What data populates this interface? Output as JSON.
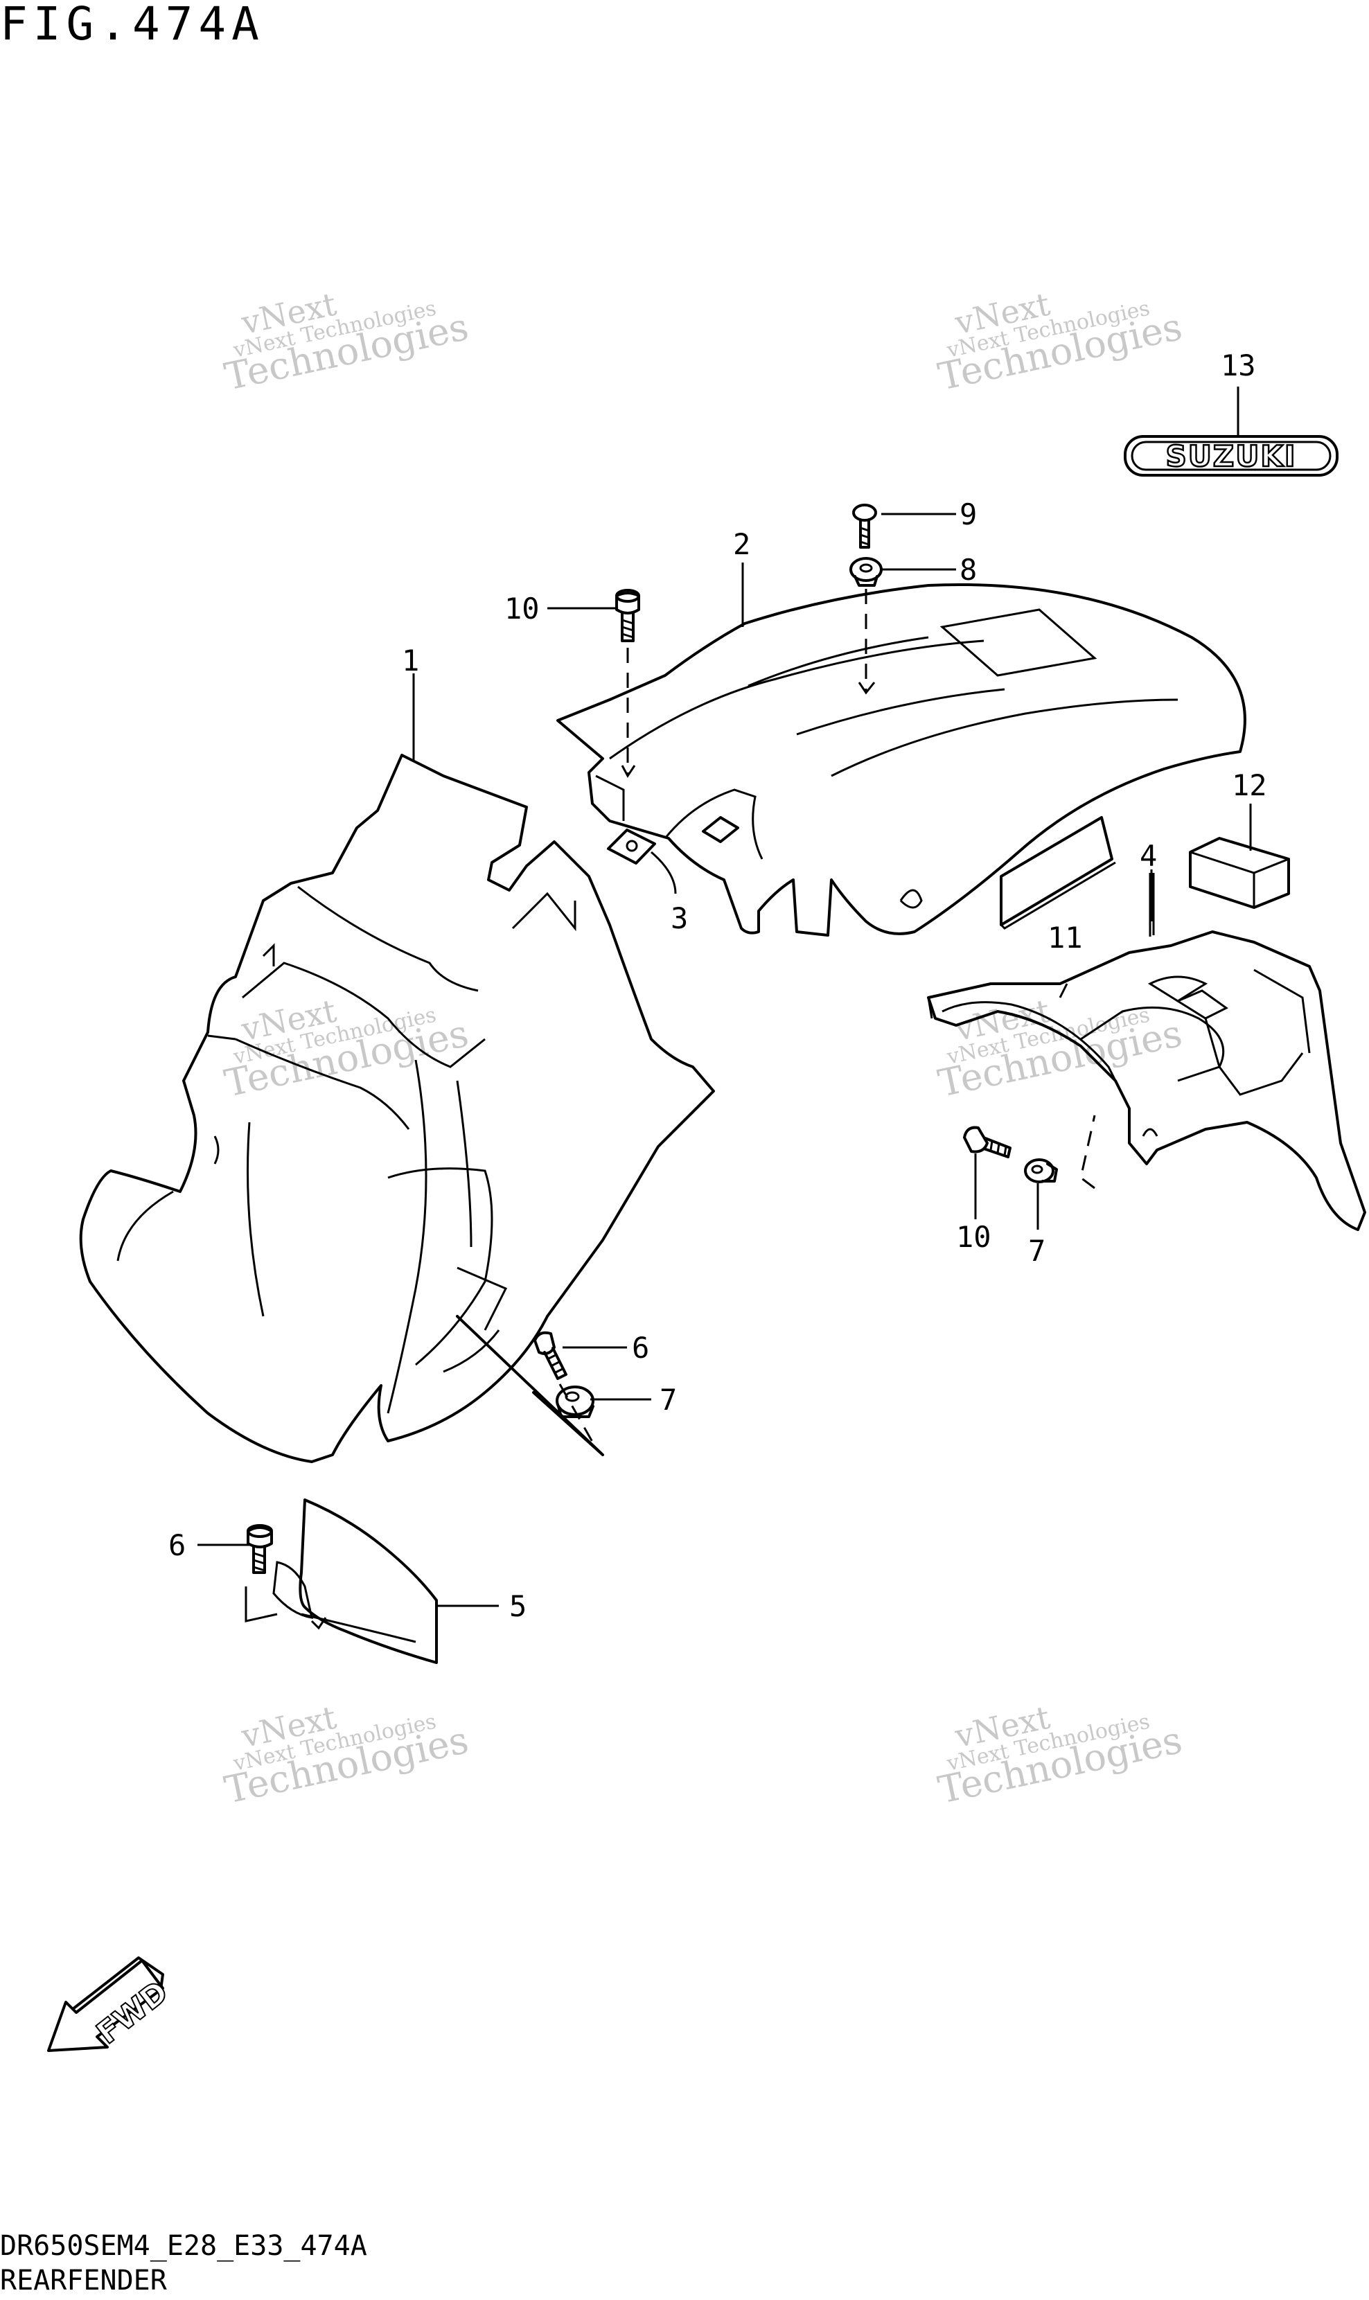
{
  "figure": {
    "title": "FIG.474A"
  },
  "footer": {
    "model_code": "DR650SEM4_E28_E33_474A",
    "section_name": "REARFENDER"
  },
  "badge": {
    "text": "SUZUKI"
  },
  "fwd": {
    "text": "FWD"
  },
  "watermark": {
    "line1": "vNext",
    "line2": "vNext Technologies",
    "line3": "Technologies"
  },
  "callouts": [
    "1",
    "2",
    "3",
    "4",
    "5",
    "6",
    "6",
    "7",
    "7",
    "8",
    "9",
    "10",
    "10",
    "11",
    "12",
    "13"
  ]
}
